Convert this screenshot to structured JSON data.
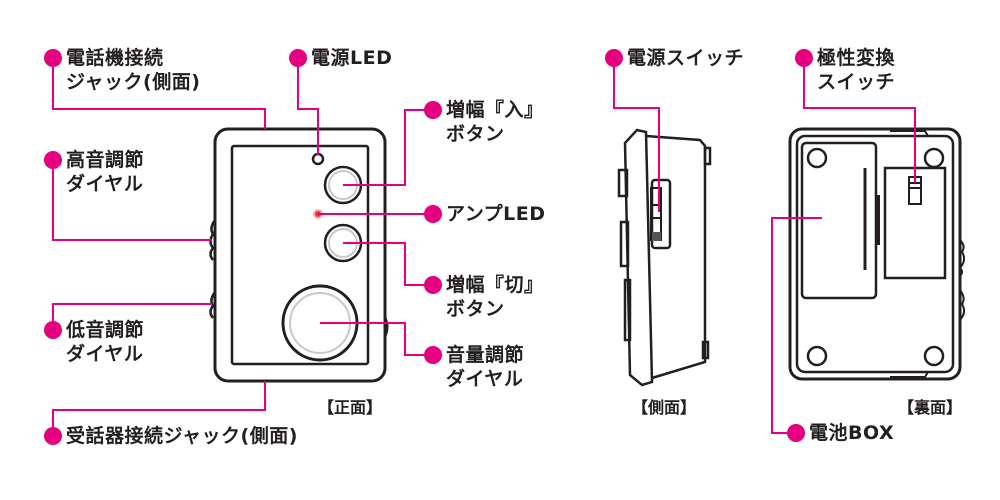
{
  "colors": {
    "accent": "#e4007f",
    "outline": "#231f20",
    "power_led": "#231f20",
    "amp_led": "#e53935"
  },
  "views": {
    "front": "【正面】",
    "side": "【側面】",
    "back": "【裏面】"
  },
  "labels": {
    "phone_jack": {
      "line1": "電話機接続",
      "line2": "ジャック(側面)"
    },
    "treble_dial": {
      "line1": "高音調節",
      "line2": "ダイヤル"
    },
    "bass_dial": {
      "line1": "低音調節",
      "line2": "ダイヤル"
    },
    "receiver_jack": {
      "line1": "受話器接続ジャック(側面)"
    },
    "power_led": {
      "line1": "電源LED"
    },
    "amp_on_button": {
      "line1": "増幅『入』",
      "line2": "ボタン"
    },
    "amp_led": {
      "line1": "アンプLED"
    },
    "amp_off_button": {
      "line1": "増幅『切』",
      "line2": "ボタン"
    },
    "volume_dial": {
      "line1": "音量調節",
      "line2": "ダイヤル"
    },
    "power_switch": {
      "line1": "電源スイッチ"
    },
    "polarity_switch": {
      "line1": "極性変換",
      "line2": "スイッチ"
    },
    "battery_box": {
      "line1": "電池BOX"
    }
  }
}
